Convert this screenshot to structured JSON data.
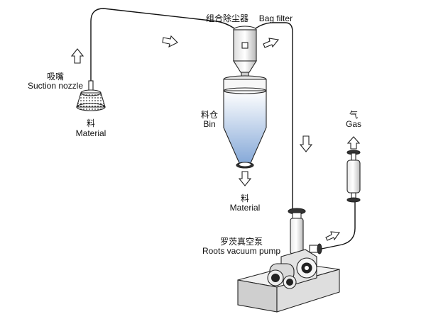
{
  "labels": {
    "suction_nozzle_cn": "吸嘴",
    "suction_nozzle_en": "Suction nozzle",
    "material_left_cn": "料",
    "material_left_en": "Material",
    "bag_filter_cn": "组合除尘器",
    "bag_filter_en": "Bag filter",
    "bin_cn": "料仓",
    "bin_en": "Bin",
    "material_bin_cn": "料",
    "material_bin_en": "Material",
    "gas_cn": "气",
    "gas_en": "Gas",
    "pump_cn": "罗茨真空泵",
    "pump_en": "Roots vacuum pump"
  },
  "colors": {
    "bin_top": "#ffffff",
    "bin_bottom": "#86a9d8",
    "line": "#111111",
    "base_top": "#f1f1f1",
    "base_side": "#cfcfcf"
  },
  "icons": {
    "flow_arrow": "hollow-block-arrow"
  }
}
